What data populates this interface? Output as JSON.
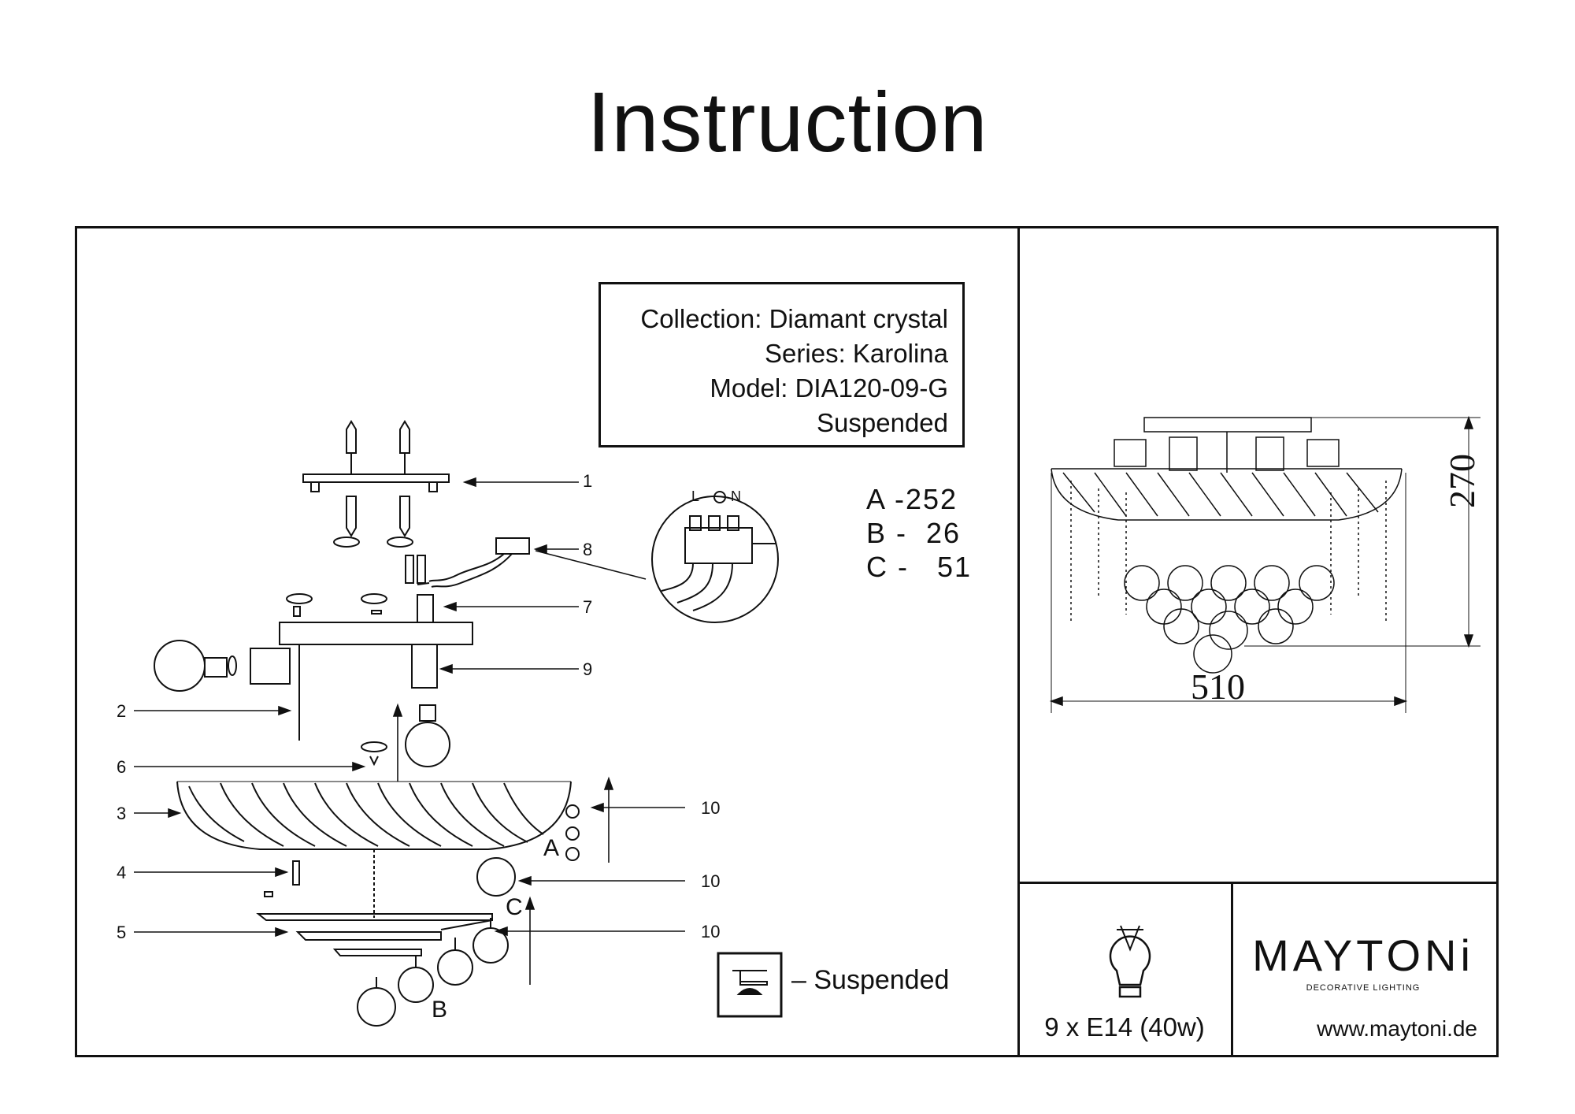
{
  "page": {
    "title": "Instruction"
  },
  "product": {
    "collection": "Collection: Diamant crystal",
    "series": "Series: Karolina",
    "model": "Model: DIA120-09-G",
    "type": "Suspended"
  },
  "parts_counts": [
    {
      "letter": "A",
      "text": "A -252"
    },
    {
      "letter": "B",
      "text": "B -  26"
    },
    {
      "letter": "C",
      "text": "C -   51"
    }
  ],
  "callouts": [
    "1",
    "2",
    "3",
    "4",
    "5",
    "6",
    "7",
    "8",
    "9",
    "10",
    "10",
    "10"
  ],
  "diagram_letters": {
    "a": "A",
    "b": "B",
    "c": "C"
  },
  "wiring_labels": {
    "live": "L",
    "neutral": "N"
  },
  "legend": {
    "suspended_text": "– Suspended"
  },
  "dimensions": {
    "width": "510",
    "height": "270"
  },
  "lamp": {
    "spec": "9 x E14 (40w)"
  },
  "brand": {
    "name": "MAYTONi",
    "tagline": "DECORATIVE LIGHTING",
    "website": "www.maytoni.de"
  }
}
